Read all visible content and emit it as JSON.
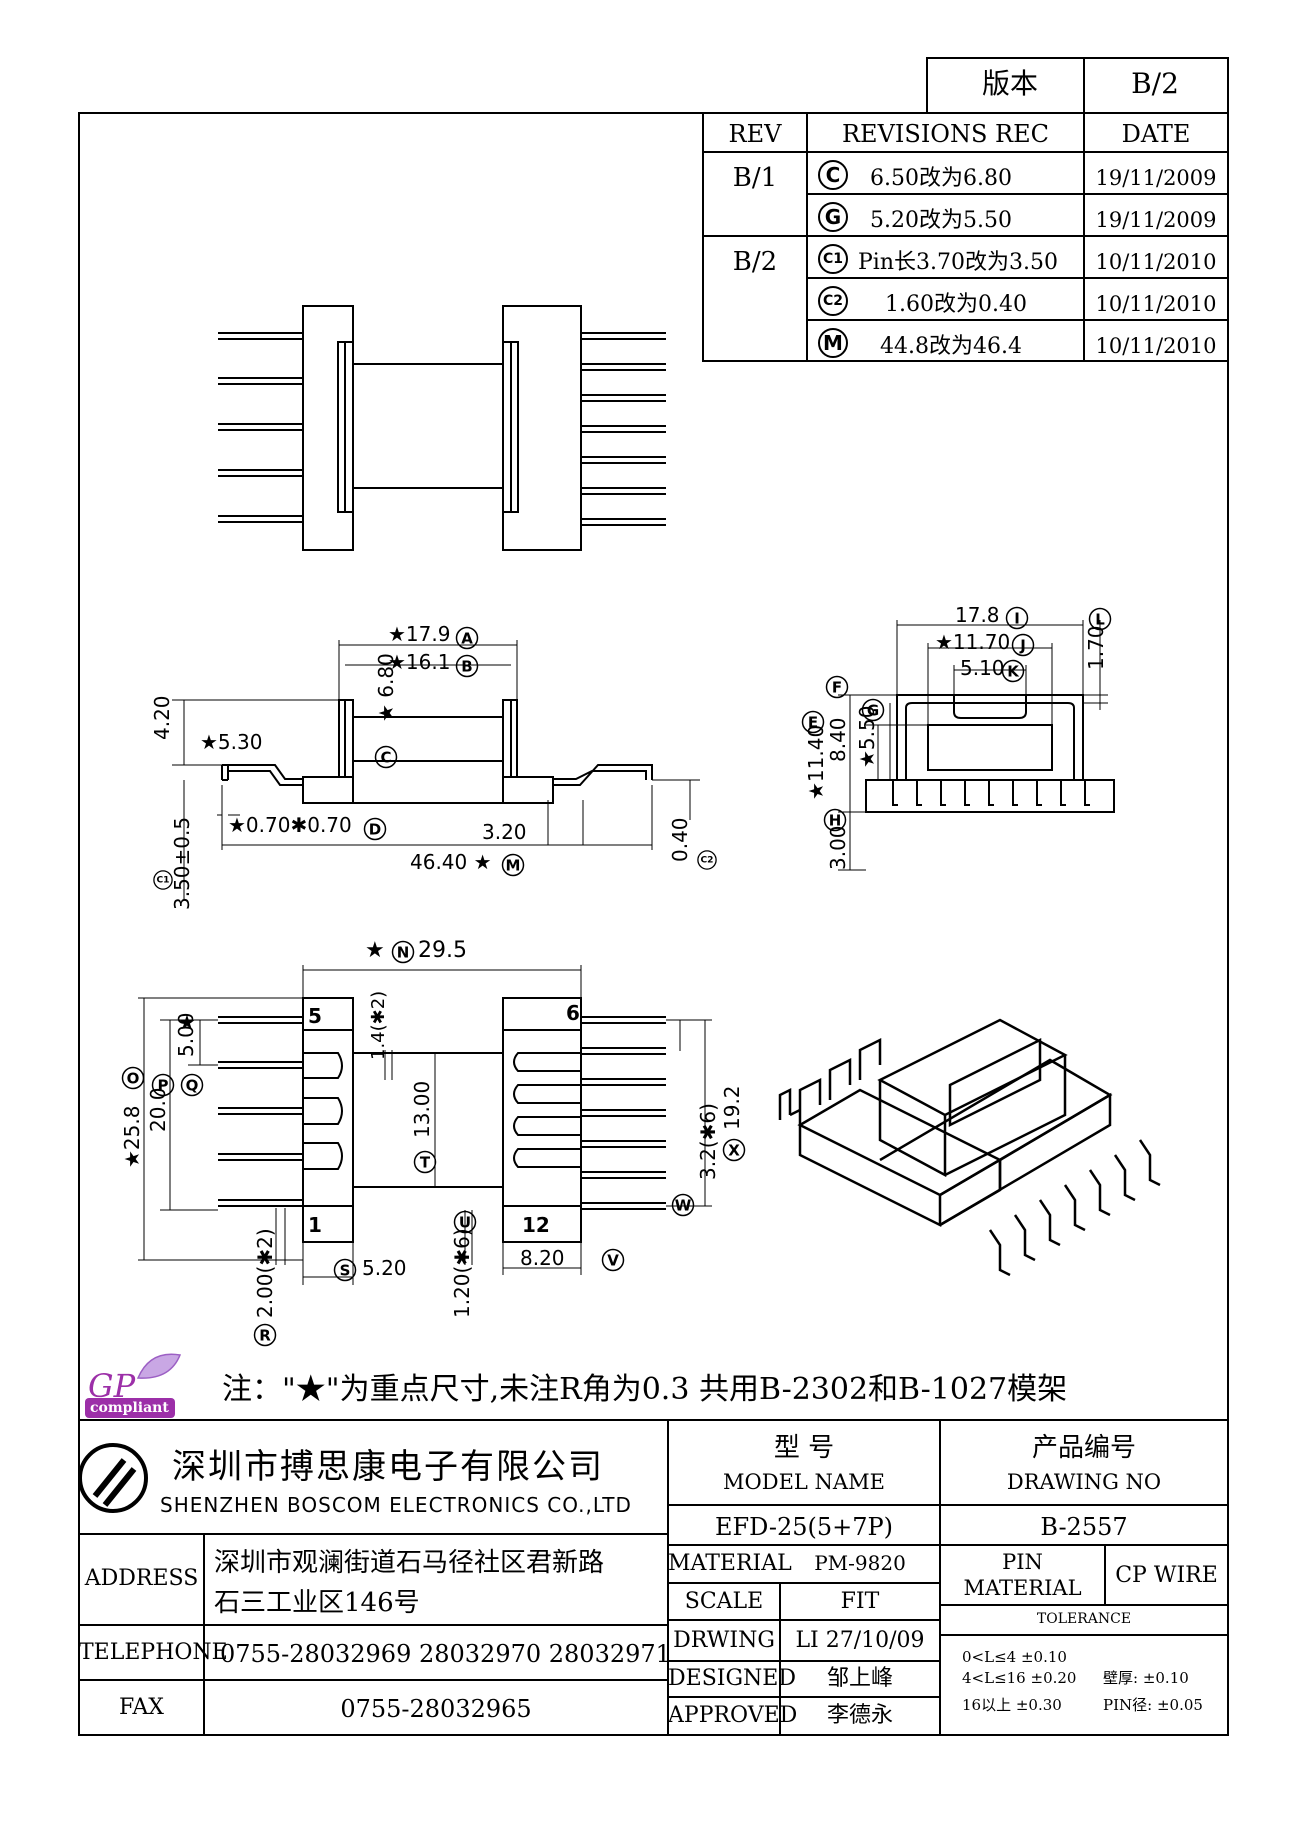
{
  "version": {
    "label": "版本",
    "value": "B/2"
  },
  "revisions": {
    "headers": {
      "rev": "REV",
      "rec": "REVISIONS REC",
      "date": "DATE"
    },
    "rows": [
      {
        "rev": "B/1",
        "mark": "C",
        "text": "6.50改为6.80",
        "date": "19/11/2009"
      },
      {
        "rev": "",
        "mark": "G",
        "text": "5.20改为5.50",
        "date": "19/11/2009"
      },
      {
        "rev": "B/2",
        "mark": "C1",
        "text": "Pin长3.70改为3.50",
        "date": "10/11/2010"
      },
      {
        "rev": "",
        "mark": "C2",
        "text": "1.60改为0.40",
        "date": "10/11/2010"
      },
      {
        "rev": "",
        "mark": "M",
        "text": "44.8改为46.4",
        "date": "10/11/2010"
      }
    ]
  },
  "dims": {
    "d179": "★17.9",
    "d161": "★16.1",
    "d680": "★\n6.80",
    "d420": "4.20",
    "d530": "★5.30",
    "d070": "★0.70✱0.70",
    "d320": "3.20",
    "d040": "0.40",
    "d4640": "46.40 ★",
    "d350": "3.50±0.5",
    "d178": "17.8",
    "d1170": "★11.70",
    "d510": "5.10",
    "d170": "1.70",
    "d1140": "★11.40",
    "d840": "8.40",
    "d550": "★5.50",
    "d300": "3.00",
    "d295": "★",
    "d295v": "29.5",
    "d500": "5.00",
    "d14": "1.4(✱2)",
    "d258": "★25.8",
    "d200": "20.0",
    "d1300": "13.00",
    "d32": "3.2(✱6)",
    "d192": "19.2",
    "d520": "5.20",
    "d820": "8.20",
    "d120": "1.20(✱6)",
    "d2002": "2.00(✱2)",
    "pin5": "5",
    "pin1": "1",
    "pin6": "6",
    "pin12": "12"
  },
  "note": "注：\"★\"为重点尺寸,未注R角为0.3  共用B-2302和B-1027模架",
  "logo": {
    "gp": "GP",
    "compliant": "compliant"
  },
  "company": {
    "cn": "深圳市搏思康电子有限公司",
    "en": "SHENZHEN BOSCOM ELECTRONICS CO.,LTD"
  },
  "info": {
    "address_label": "ADDRESS",
    "address": "深圳市观澜街道石马径社区君新路",
    "address2": "石三工业区146号",
    "tel_label": "TELEPHONE",
    "tel": "0755-28032969 28032970 28032971",
    "fax_label": "FAX",
    "fax": "0755-28032965"
  },
  "title": {
    "model_cn": "型    号",
    "model_en": "MODEL NAME",
    "model": "EFD-25(5+7P)",
    "drawing_cn": "产品编号",
    "drawing_en": "DRAWING NO",
    "drawing": "B-2557",
    "material_label": "MATERIAL",
    "material": "PM-9820",
    "scale_label": "SCALE",
    "scale": "FIT",
    "drwing_label": "DRWING",
    "drwing": "LI 27/10/09",
    "designed_label": "DESIGNED",
    "designed": "邹上峰",
    "approved_label": "APPROVED",
    "approved": "李德永",
    "pin_label": "PIN",
    "pin_mat_label": "MATERIAL",
    "pin_material": "CP WIRE",
    "tol_label": "TOLERANCE",
    "tol1": "0<L≤4  ±0.10",
    "tol2": "4<L≤16  ±0.20",
    "tol3": "16以上    ±0.30",
    "wall": "壁厚:   ±0.10",
    "pin_dia": "PIN径: ±0.05"
  }
}
